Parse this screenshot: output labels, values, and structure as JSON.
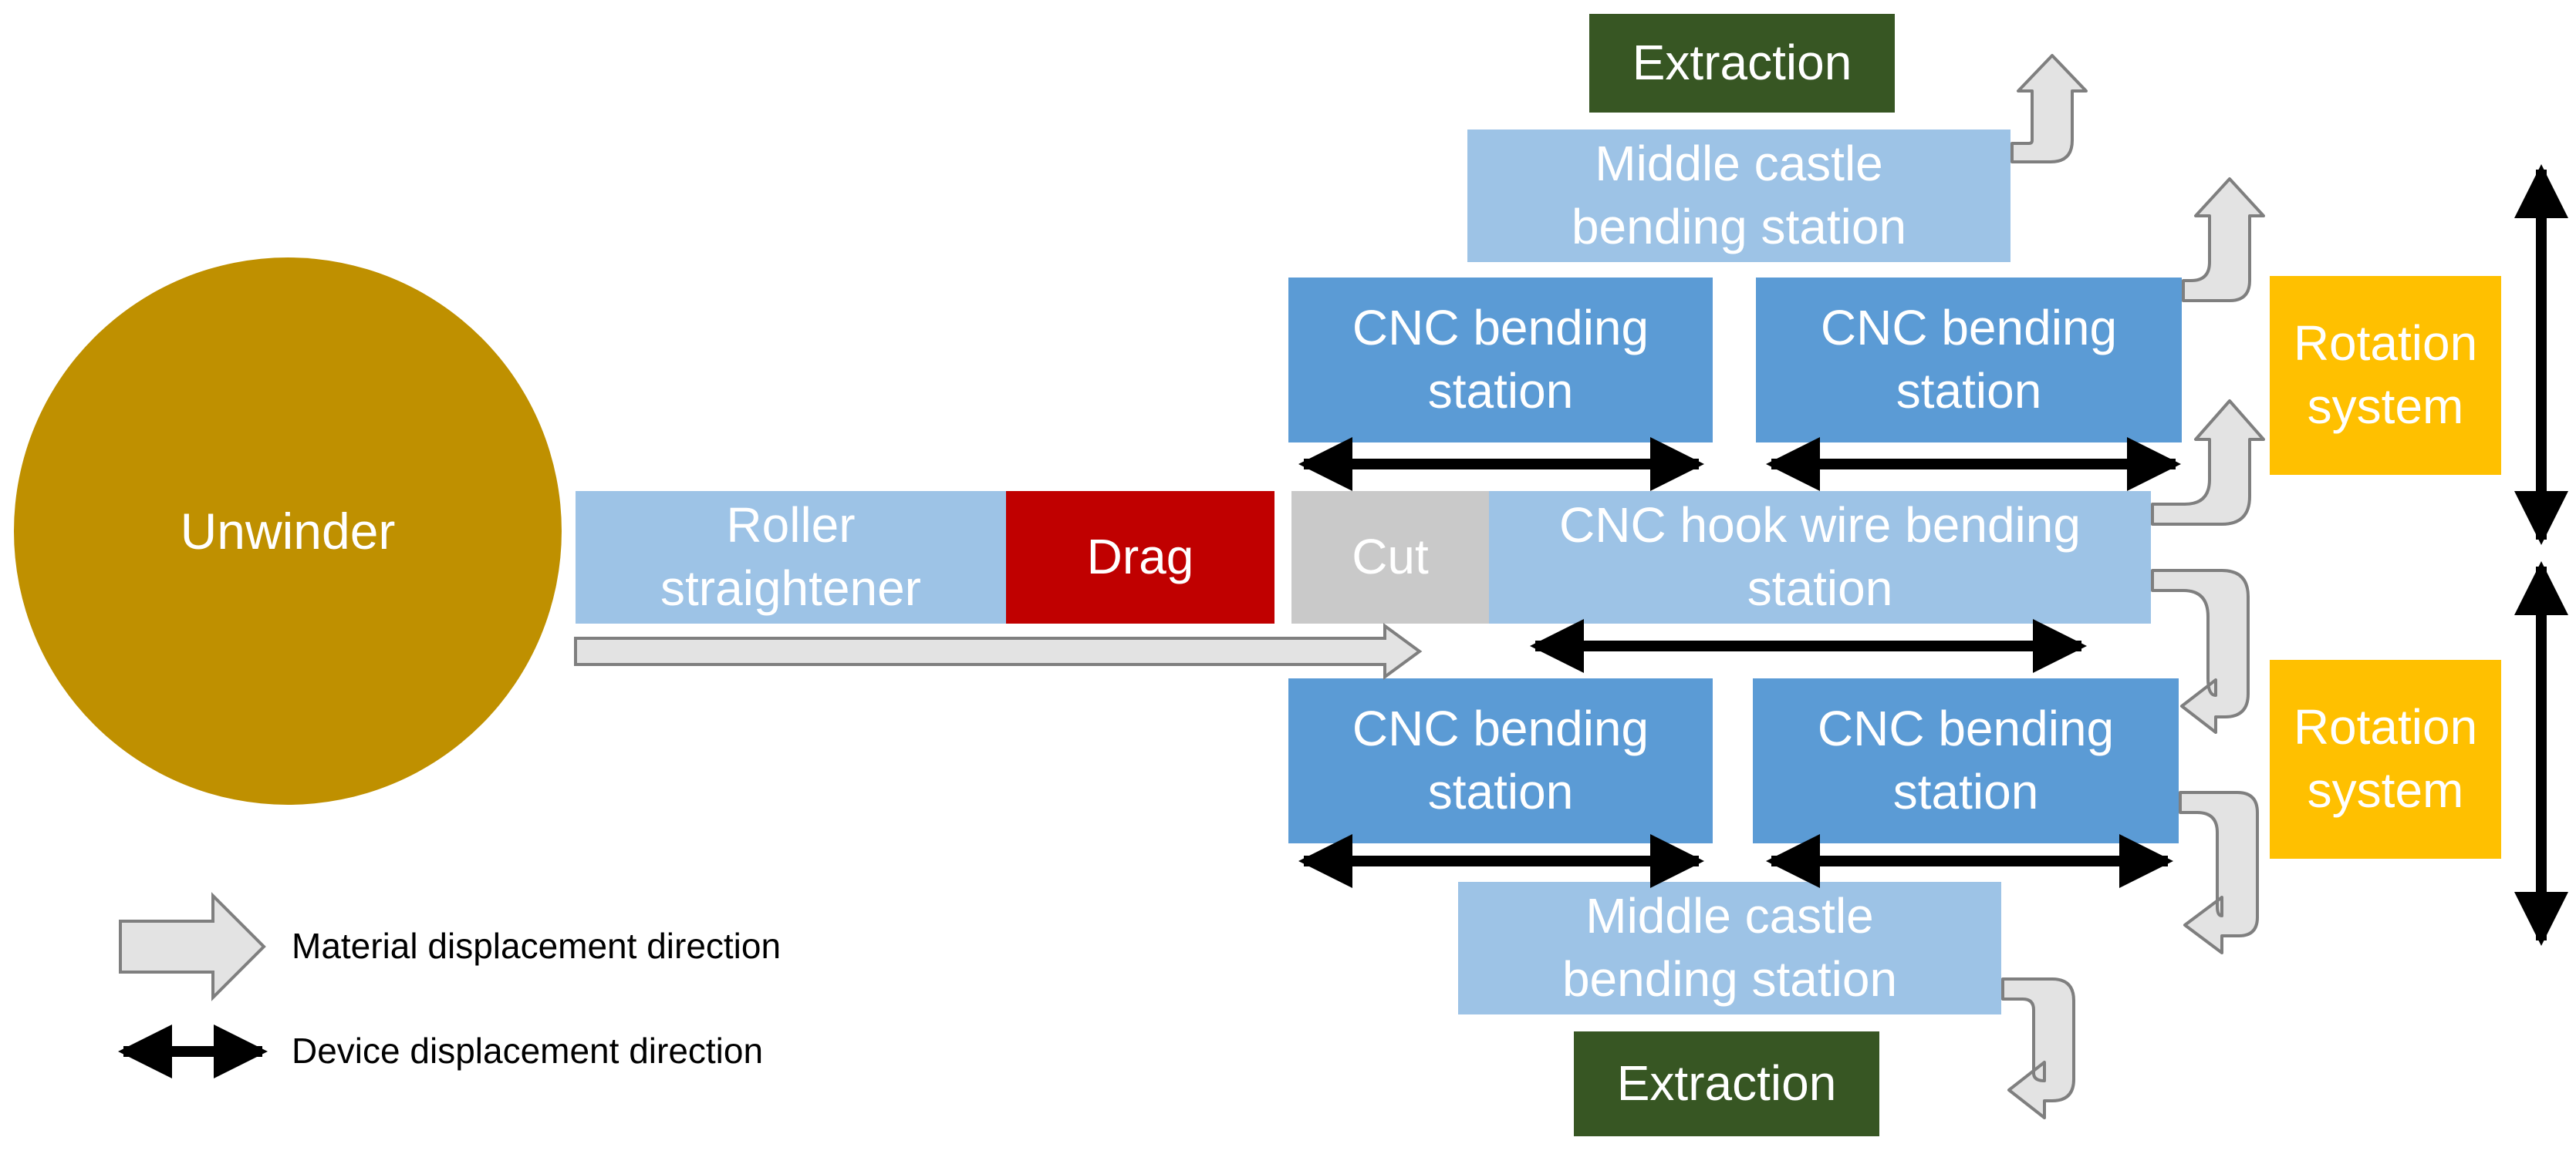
{
  "labels": {
    "unwinder": "Unwinder",
    "roller_straightener": "Roller\nstraightener",
    "drag": "Drag",
    "cut": "Cut",
    "hook_wire": "CNC hook wire bending\nstation",
    "cnc_top_left": "CNC bending\nstation",
    "cnc_top_right": "CNC bending\nstation",
    "cnc_bottom_left": "CNC bending\nstation",
    "cnc_bottom_right": "CNC bending\nstation",
    "middle_castle_top": "Middle castle\nbending station",
    "middle_castle_bottom": "Middle castle\nbending station",
    "extraction_top": "Extraction",
    "extraction_bottom": "Extraction",
    "rotation_top": "Rotation\nsystem",
    "rotation_bottom": "Rotation\nsystem"
  },
  "legend": {
    "material": "Material displacement direction",
    "device": "Device displacement direction"
  },
  "colors": {
    "unwinder": "#bf9000",
    "light_blue": "#9dc3e6",
    "blue": "#5b9bd5",
    "dark_green": "#375623",
    "yellow": "#ffc000",
    "red": "#c00000",
    "grey": "#c9c9c9"
  }
}
